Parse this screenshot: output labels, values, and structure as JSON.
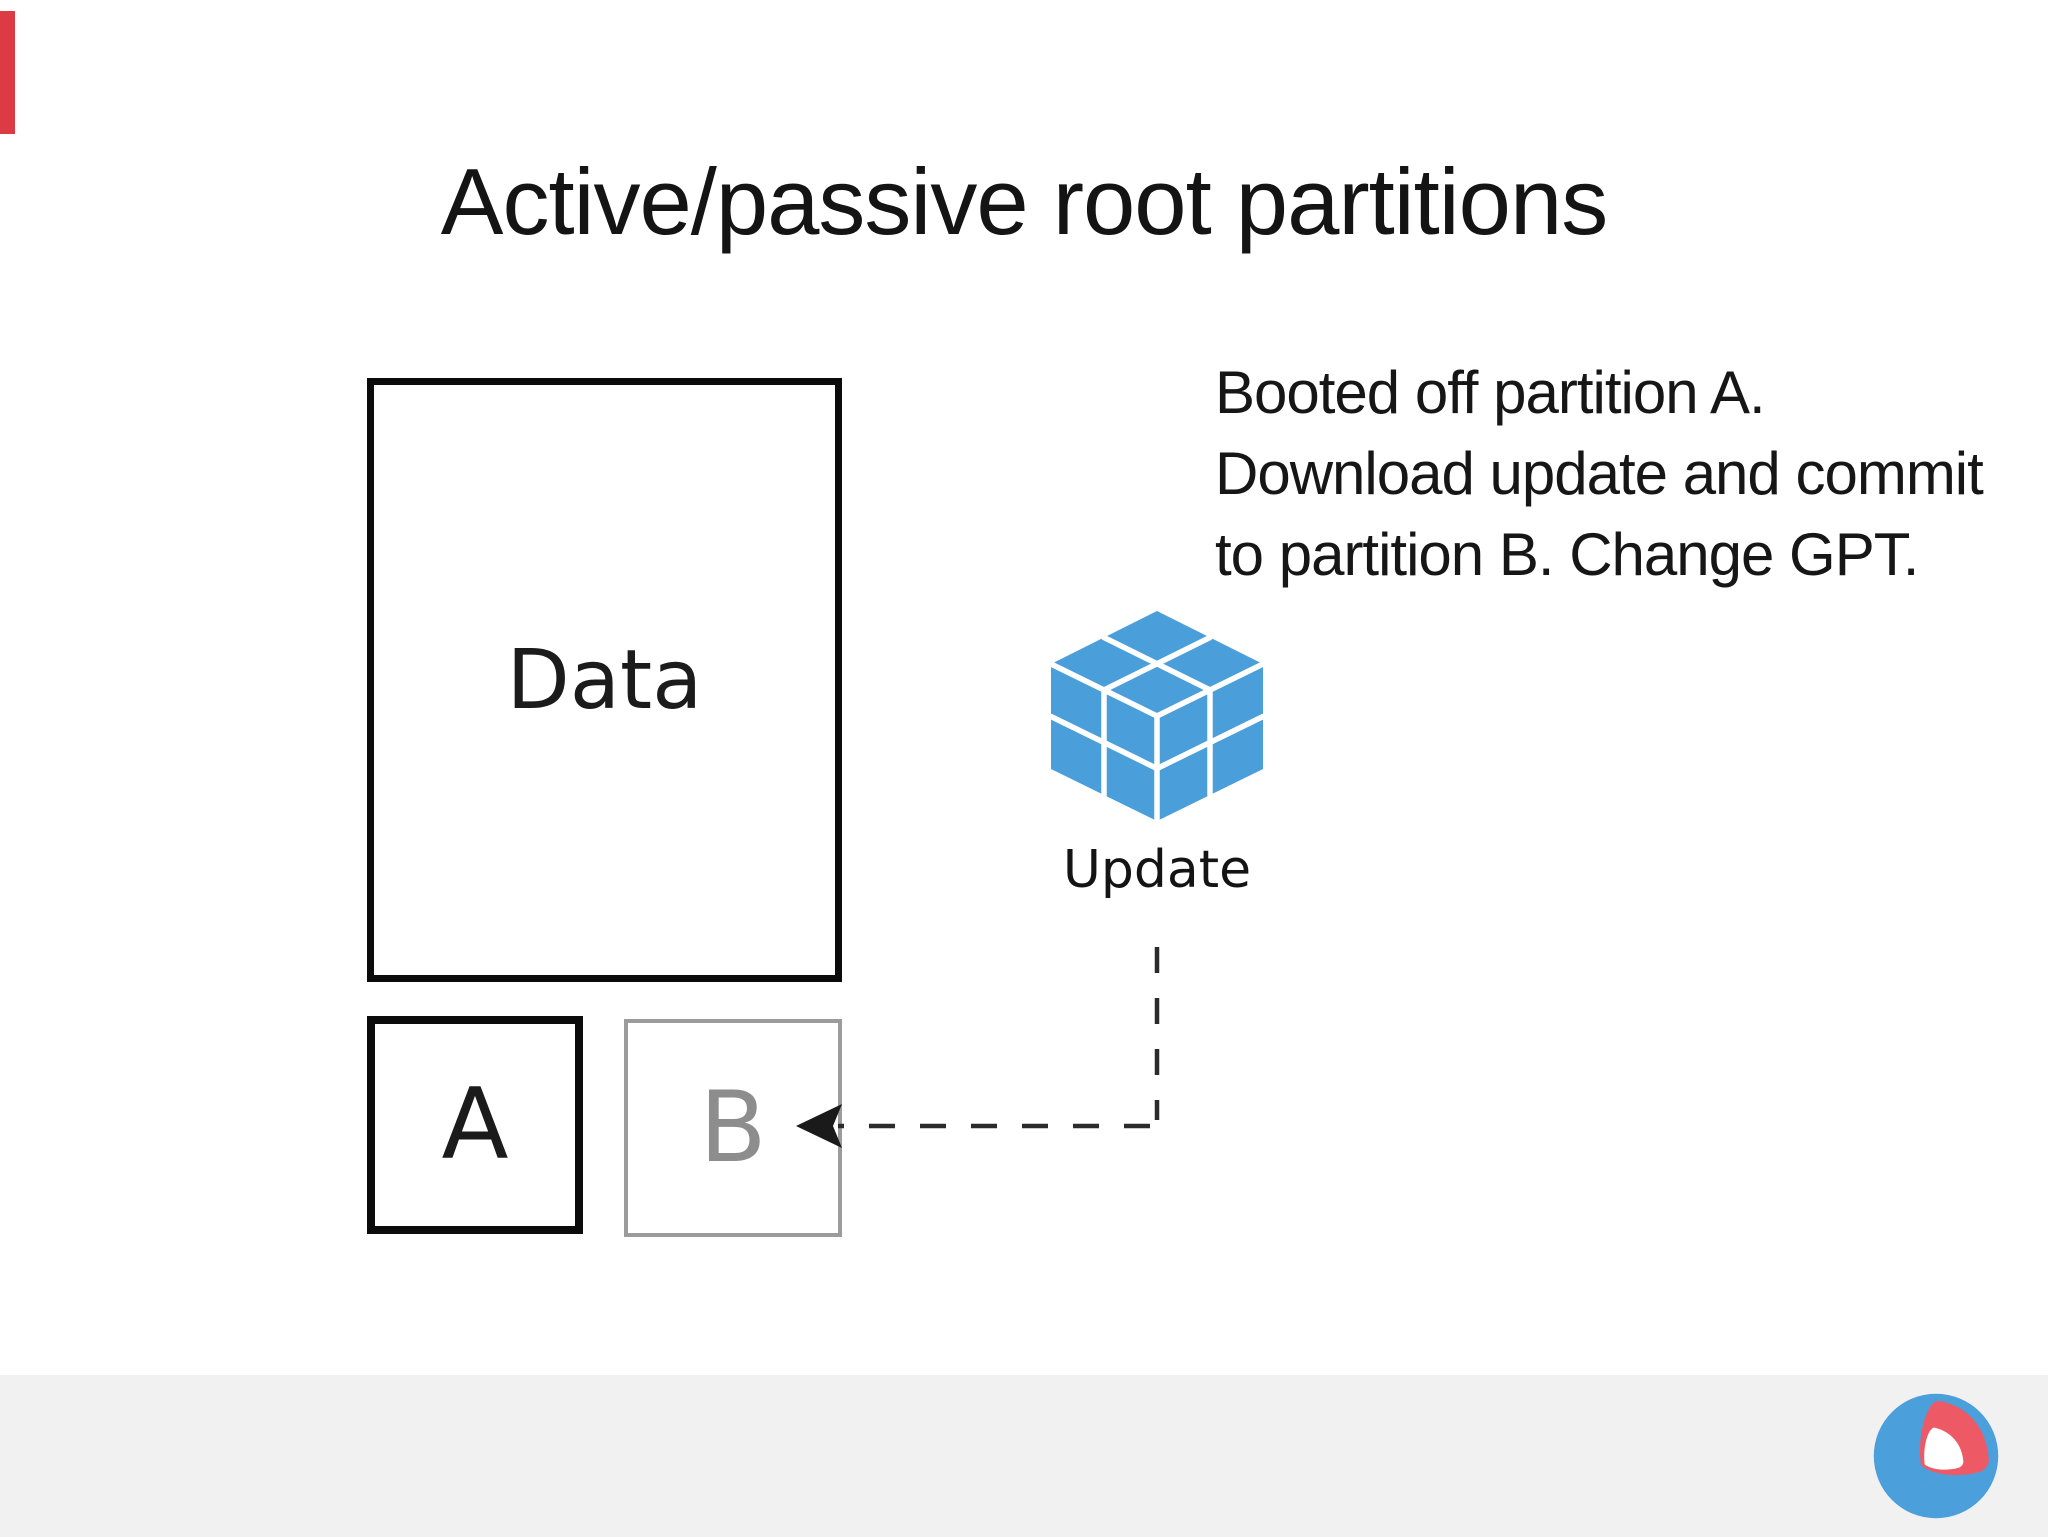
{
  "slide": {
    "title": "Active/passive root partitions",
    "note_lines": {
      "0": "Booted off partition A.",
      "1": "Download update and commit",
      "2": "to partition B. Change GPT."
    },
    "diagram": {
      "data_box_label": "Data",
      "partition_a_label": "A",
      "partition_b_label": "B",
      "update_label": "Update"
    },
    "colors": {
      "accent_stripe_red": "#dc3a44",
      "cube_blue": "#4a9eda",
      "box_border_black": "#0b0b0b",
      "box_border_gray": "#9c9c9c",
      "partition_b_text_gray": "#8d8d8d",
      "footer_gray": "#f1f1f2",
      "logo_blue": "#4b9fda",
      "logo_red": "#ee5966"
    }
  }
}
